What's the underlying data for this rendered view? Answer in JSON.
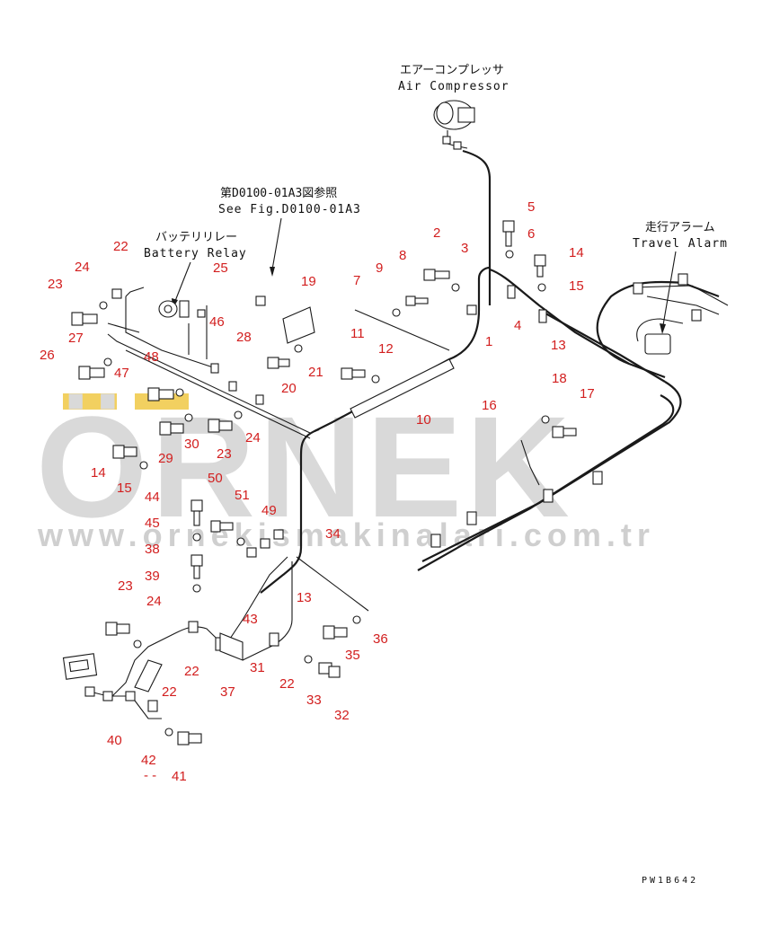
{
  "watermark": {
    "brand": "ÖRNEK",
    "url": "www.ornekismakinalari.com.tr",
    "accent_color": "#f2d060"
  },
  "labels": {
    "air_compressor_jp": "エアーコンプレッサ",
    "air_compressor_en": "Air Compressor",
    "see_fig_jp": "第D0100-01A3図参照",
    "see_fig_en": "See Fig.D0100-01A3",
    "battery_relay_jp": "バッテリリレー",
    "battery_relay_en": "Battery Relay",
    "travel_alarm_jp": "走行アラーム",
    "travel_alarm_en": "Travel Alarm"
  },
  "drawing_code": "PW1B642",
  "callouts": [
    "1",
    "2",
    "3",
    "4",
    "5",
    "6",
    "7",
    "8",
    "9",
    "10",
    "11",
    "12",
    "13",
    "14",
    "14",
    "15",
    "15",
    "16",
    "17",
    "18",
    "19",
    "20",
    "21",
    "22",
    "22",
    "22",
    "22",
    "23",
    "23",
    "23",
    "24",
    "24",
    "24",
    "25",
    "26",
    "27",
    "28",
    "29",
    "30",
    "31",
    "32",
    "33",
    "34",
    "35",
    "36",
    "37",
    "38",
    "39",
    "40",
    "41",
    "42",
    "43",
    "44",
    "45",
    "46",
    "47",
    "48",
    "49",
    "50",
    "51",
    "13"
  ],
  "colors": {
    "callout": "#d21e1e",
    "linework": "#1a1a1a",
    "watermark": "#d9d9d9"
  }
}
